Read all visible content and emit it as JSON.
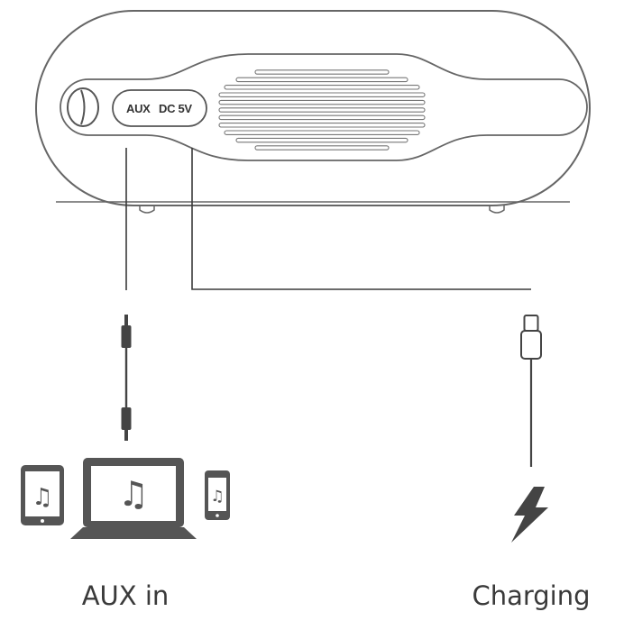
{
  "ports": {
    "aux_label": "AUX",
    "dc_label": "DC 5V"
  },
  "captions": {
    "aux_in": "AUX in",
    "charging": "Charging"
  },
  "icons": {
    "music_note": "♫",
    "lightning": "lightning-bolt-icon"
  },
  "colors": {
    "line": "#3a3a3a",
    "device_fill": "#555555",
    "speaker_stroke": "#666666",
    "background": "#ffffff"
  }
}
